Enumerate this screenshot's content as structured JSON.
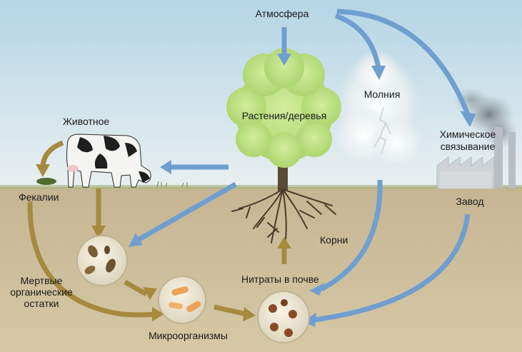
{
  "labels": {
    "atmosphere": "Атмосфера",
    "lightning": "Молния",
    "plants": "Растения/деревья",
    "animal": "Животное",
    "feces": "Фекалии",
    "chemical_fixation_1": "Химическое",
    "chemical_fixation_2": "связывание",
    "factory": "Завод",
    "roots": "Корни",
    "soil_nitrates": "Нитраты в почве",
    "dead_organic_1": "Мертвые",
    "dead_organic_2": "органические",
    "dead_organic_3": "остатки",
    "microorganisms": "Микроорганизмы"
  },
  "colors": {
    "blue_arrow": "#6f9fd0",
    "brown_arrow": "#a68a3e",
    "sky_top": "#b8d7e6",
    "sky_bottom": "#e6eef0",
    "soil": "#c9b896",
    "tree_crown": "#b9dd7e"
  }
}
